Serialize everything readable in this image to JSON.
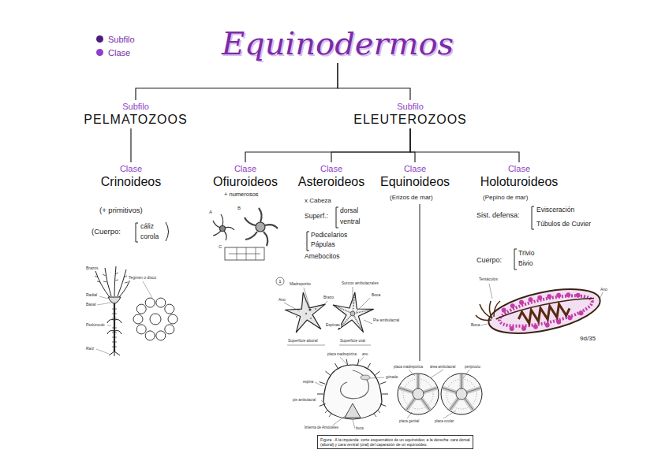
{
  "diagram": {
    "caption": "Figura · A la izquierda: corte esquemático de un equinoideo; a la derecha: cara dorsal (aboral) y cara ventral (oral) del caparazón de un equinoideo.",
    "nodes": [
      {
        "text": [
          "Equinodermos"
        ]
      },
      {
        "text": [
          "Subfilo",
          "PELMATOZOOS"
        ]
      },
      {
        "text": [
          "Subfilo",
          "ELEUTEROZOOS"
        ]
      },
      {
        "text": [
          "Clase",
          "Crinoideos"
        ]
      },
      {
        "text": [
          "Clase",
          "Ofiuroideos"
        ]
      },
      {
        "text": [
          "Clase",
          "Asteroideos"
        ]
      },
      {
        "text": [
          "Clase",
          "Equinoideos"
        ]
      },
      {
        "text": [
          "Clase",
          "Holoturoideos"
        ]
      }
    ],
    "edges": [
      {
        "from": 0,
        "to": 1,
        "arrow": "none"
      },
      {
        "from": 0,
        "to": 2,
        "arrow": "none"
      },
      {
        "from": 1,
        "to": 3,
        "arrow": "none"
      },
      {
        "from": 2,
        "to": 4,
        "arrow": "none"
      },
      {
        "from": 2,
        "to": 5,
        "arrow": "none"
      },
      {
        "from": 2,
        "to": 6,
        "arrow": "none"
      },
      {
        "from": 2,
        "to": 7,
        "arrow": "none"
      }
    ],
    "labels": [
      "(+ primitivos)",
      "(Cuerpo:",
      "cáliz",
      "corola",
      "+ numerosos",
      "x Cabeza",
      "Superf.:",
      "dorsal",
      "ventral",
      "Pedicelarios",
      "Pápulas",
      "Amebocitos",
      "(Erizos de mar)",
      "(Pepino de mar)",
      "Sist. defensa:",
      "Evisceración",
      "Túbulos de Cuvier",
      "Cuerpo:",
      "Trivio",
      "Bivio",
      "Brazos",
      "Tegmen o disco",
      "Radial",
      "Basal",
      "Pedúnculo",
      "Raíz",
      "A",
      "B",
      "C",
      "1",
      "Madreporito",
      "Surcos ambulacrales",
      "Brazo",
      "Boca",
      "Ano",
      "Espinas",
      "Pie ambulacral",
      "Superficie aboral",
      "Superficie oral",
      "placa madrepórica",
      "ano",
      "gónada",
      "espina",
      "pie ambulacral",
      "linterna de Aristóteles",
      "boca",
      "placa madrepórica",
      "área ambulacral",
      "periprocto",
      "placa genital",
      "placa ocular",
      "Tentáculos",
      "Boca",
      "Ano",
      "9d/35"
    ],
    "legend": [
      {
        "text": "Subfilo",
        "color": "#4d1a7f"
      },
      {
        "text": "Clase",
        "color": "#8f3fc9"
      }
    ]
  }
}
